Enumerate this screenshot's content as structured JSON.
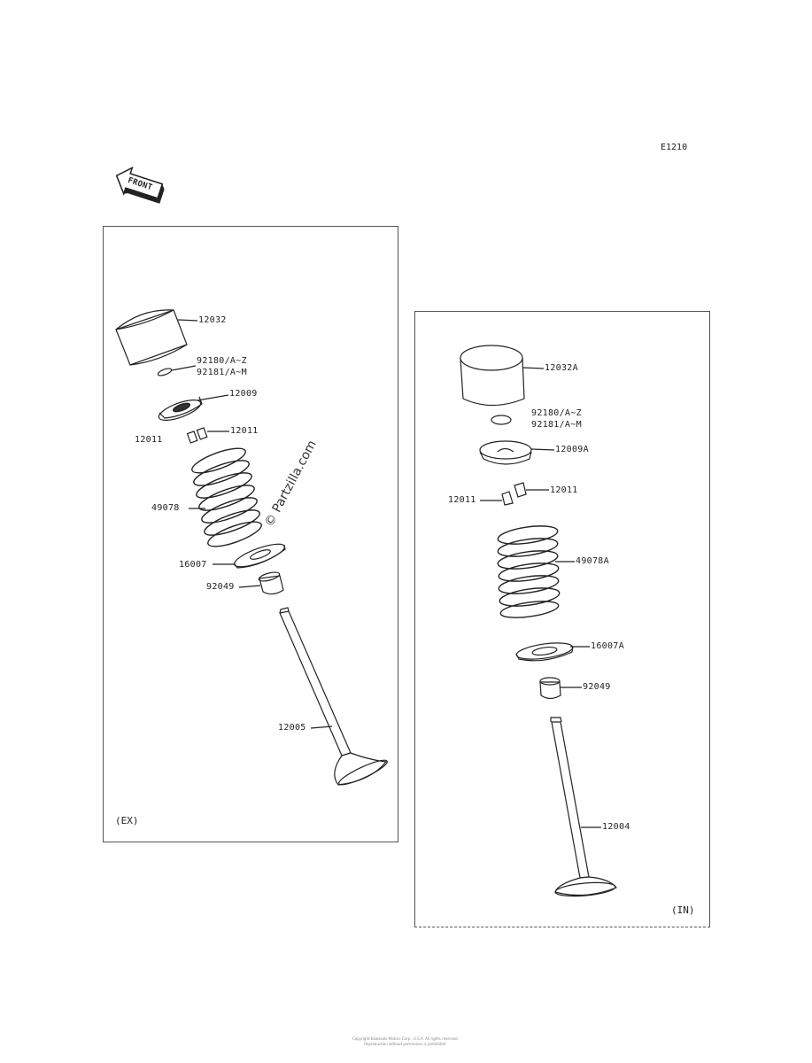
{
  "diagram_code": "E1210",
  "front_marker": "FRONT",
  "watermark": "Partzilla.com",
  "panels": {
    "ex": {
      "tag": "(EX)",
      "labels": {
        "tappet": "12032",
        "shim_a": "92180/A~Z",
        "shim_b": "92181/A~M",
        "retainer": "12009",
        "cotter_left": "12011",
        "cotter_right": "12011",
        "spring": "49078",
        "seat": "16007",
        "stem_seal": "92049",
        "valve": "12005"
      }
    },
    "in": {
      "tag": "(IN)",
      "labels": {
        "tappet": "12032A",
        "shim_a": "92180/A~Z",
        "shim_b": "92181/A~M",
        "retainer": "12009A",
        "cotter_right": "12011",
        "cotter_left": "12011",
        "spring": "49078A",
        "seat": "16007A",
        "stem_seal": "92049",
        "valve": "12004"
      }
    }
  },
  "footer": {
    "line1": "Copyright Kawasaki Motors Corp., U.S.A. All rights reserved.",
    "line2": "Reproduction without permission is prohibited."
  }
}
